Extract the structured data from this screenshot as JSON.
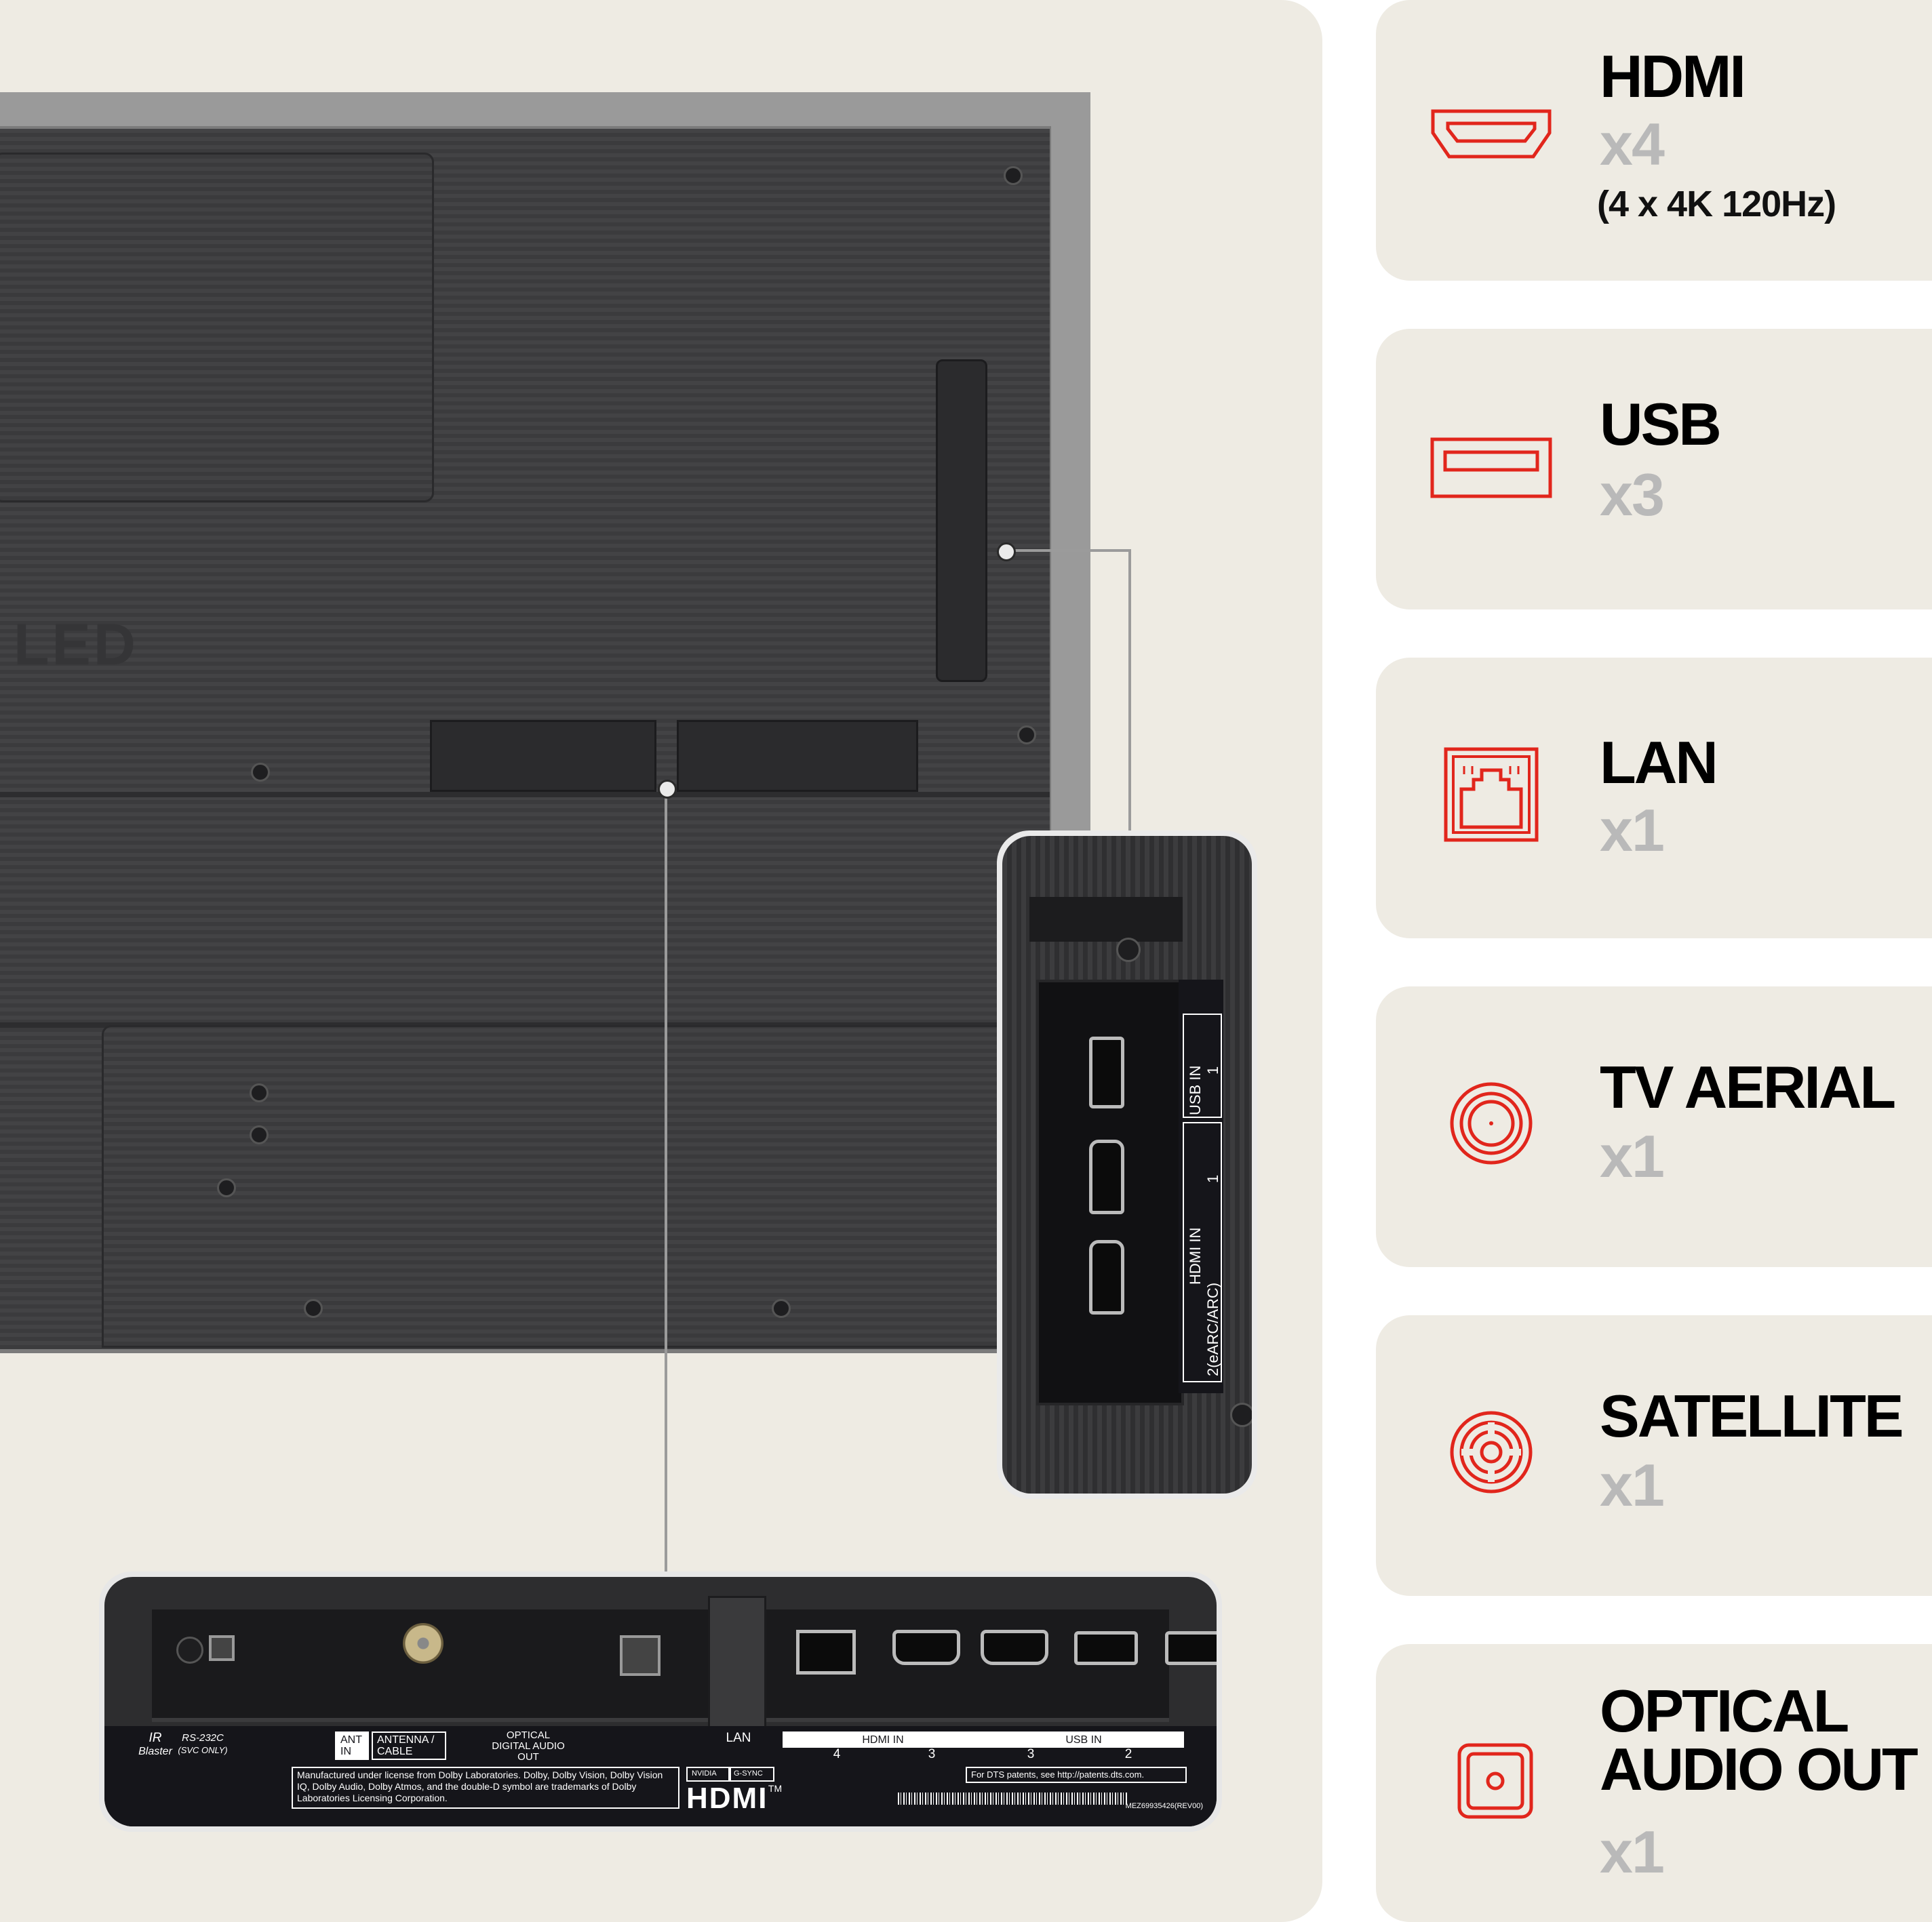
{
  "colors": {
    "accent": "#e1261c",
    "card_bg": "#eeebe3",
    "count_grey": "#b9b9b9"
  },
  "tv_back": {
    "ghost_logo": "LED"
  },
  "side_zoom": {
    "usb_label": "USB IN",
    "usb_num": "1",
    "hdmi_label": "HDMI IN",
    "hdmi_num_1": "1",
    "hdmi_num_2": "2(eARC/ARC)"
  },
  "bottom_zoom": {
    "ir_label": "IR",
    "ir_sub": "Blaster",
    "rs232_label": "RS-232C",
    "rs232_sub": "(SVC ONLY)",
    "ant_label": "ANT IN",
    "antenna_label": "ANTENNA / CABLE",
    "optical_label": "OPTICAL DIGITAL AUDIO OUT",
    "lan_label": "LAN",
    "hdmi_label": "HDMI IN",
    "hdmi_nums": [
      "4",
      "3"
    ],
    "usb_label": "USB IN",
    "usb_nums": [
      "3",
      "2"
    ],
    "dolby_text": "Manufactured under license from Dolby Laboratories. Dolby, Dolby Vision, Dolby Vision IQ, Dolby Audio, Dolby Atmos, and the double-D symbol are trademarks of Dolby Laboratories Licensing Corporation.",
    "nvidia_label": "NVIDIA",
    "gsync_label": "G-SYNC",
    "hdmi_logo": "HDMI",
    "hdmi_tm": "TM",
    "dts_text": "For DTS patents, see http://patents.dts.com.",
    "part_code": "MEZ69935426(REV00)"
  },
  "cards": [
    {
      "title": "HDMI",
      "count": "x4",
      "note": "(4 x 4K 120Hz)",
      "icon": "hdmi-port-icon"
    },
    {
      "title": "USB",
      "count": "x3",
      "icon": "usb-port-icon"
    },
    {
      "title": "LAN",
      "count": "x1",
      "icon": "lan-port-icon"
    },
    {
      "title": "TV AERIAL",
      "count": "x1",
      "icon": "aerial-icon"
    },
    {
      "title": "SATELLITE",
      "count": "x1",
      "icon": "satellite-icon"
    },
    {
      "title_line1": "OPTICAL",
      "title_line2": "AUDIO OUT",
      "count": "x1",
      "icon": "optical-audio-icon"
    }
  ]
}
